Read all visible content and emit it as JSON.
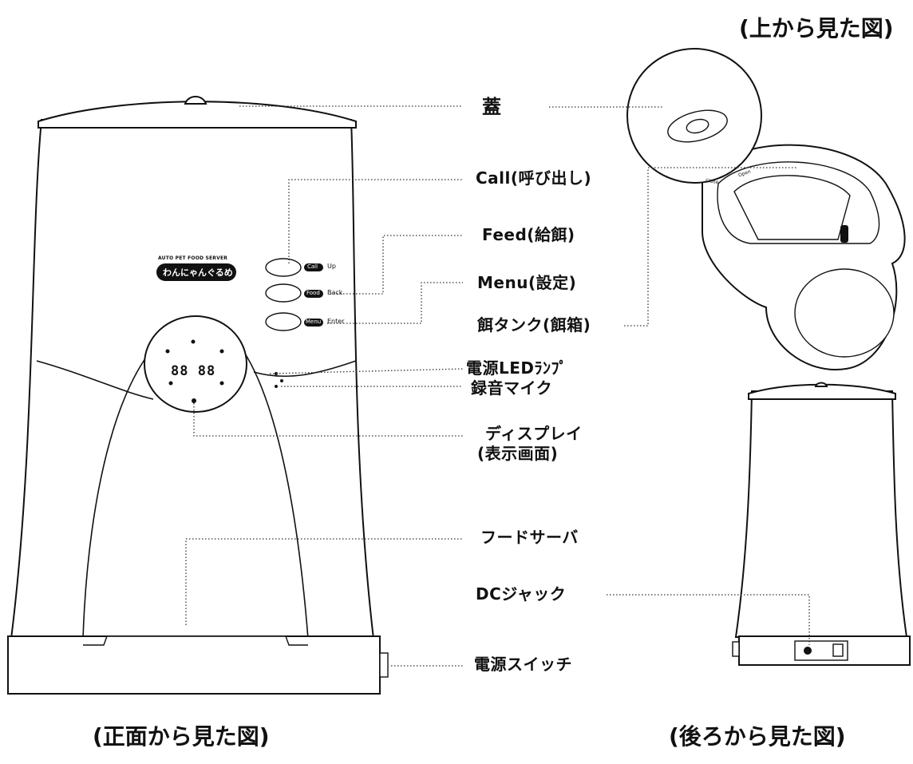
{
  "labels": {
    "lid": "蓋",
    "call": "Call(呼び出し)",
    "feed": "Feed(給餌)",
    "menu": "Menu(設定)",
    "tank": "餌タンク(餌箱)",
    "power_led": "電源LEDﾗﾝﾌﾟ",
    "mic": "録音マイク",
    "display_1": "ディスプレイ",
    "display_2": "(表示画面)",
    "food_server": "フードサーバ",
    "dc_jack": "DCジャック",
    "power_switch": "電源スイッチ"
  },
  "captions": {
    "top_view": "(上から見た図)",
    "front_view": "(正面から見た図)",
    "back_view": "(後ろから見た図)"
  },
  "device": {
    "brand_small": "AUTO PET FOOD SERVER",
    "brand_logo": "わんにゃんぐるめ",
    "button_call": "Call",
    "button_call_alt": "Up",
    "button_feed": "Food",
    "button_feed_alt": "Back",
    "button_menu": "Menu",
    "button_menu_alt": "Enter",
    "display_digits": "88 88",
    "top_close": "Close",
    "top_open": "Open"
  }
}
